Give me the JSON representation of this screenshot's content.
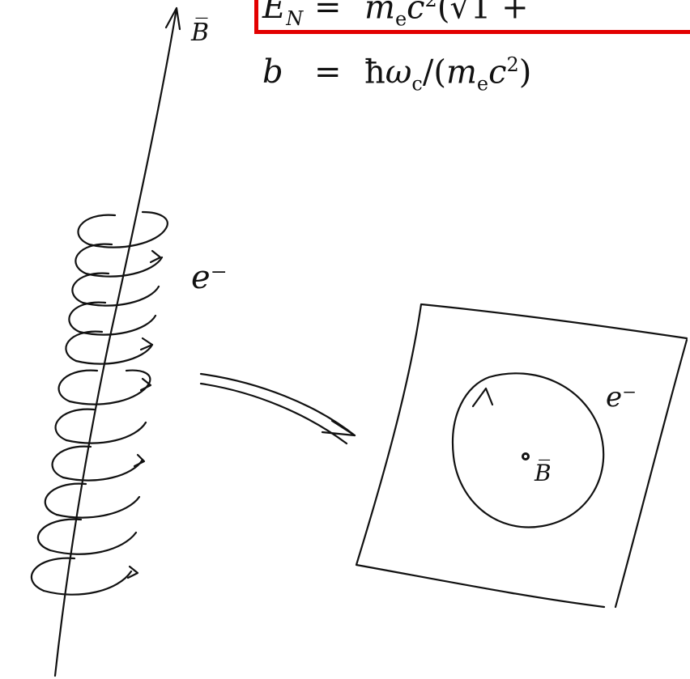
{
  "equations": [
    {
      "lhs": "E_N",
      "eq": "=",
      "rhs": "m_e c^2 (√1 +"
    },
    {
      "lhs": "b",
      "eq": "=",
      "rhs": "ħω_c/(m_e c^2)"
    }
  ],
  "labels": {
    "field_top": "B̅",
    "electron_left": "e⁻",
    "electron_right": "e⁻",
    "field_center": "B̅"
  },
  "colors": {
    "highlight_box": "#e30000",
    "ink": "#111111"
  }
}
